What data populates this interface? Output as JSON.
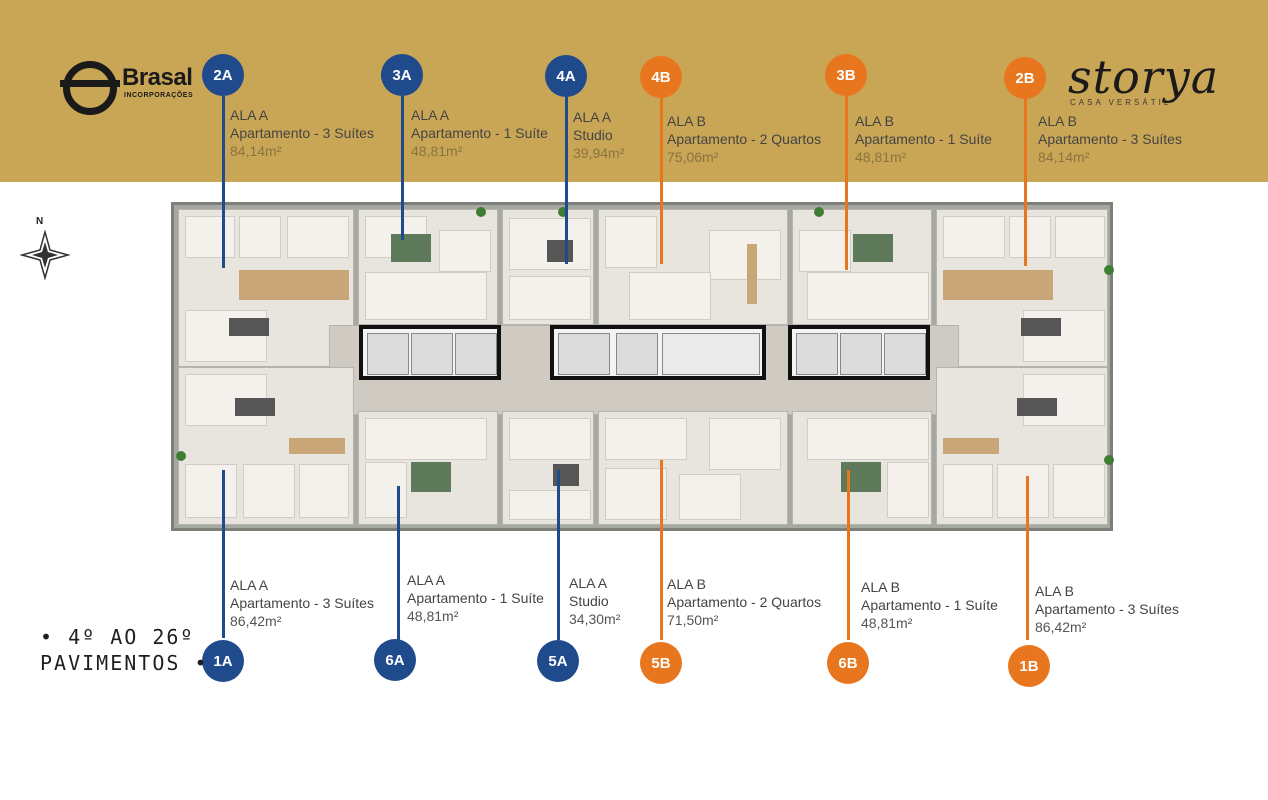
{
  "brand_left": {
    "name": "Brasal",
    "subtitle": "INCORPORAÇÕES"
  },
  "brand_right": {
    "name": "storya",
    "subtitle": "CASA VERSÁTIL"
  },
  "compass": {
    "label": "N"
  },
  "floors": {
    "line1": "• 4º AO 26º",
    "line2": "PAVIMENTOS •"
  },
  "colors": {
    "banner": "#c9a655",
    "ala_a": "#1f4a8c",
    "ala_b": "#e8761e"
  },
  "units_top": [
    {
      "code": "2A",
      "wing": "ALA A",
      "type": "Apartamento - 3 Suítes",
      "area": "84,14m²"
    },
    {
      "code": "3A",
      "wing": "ALA A",
      "type": "Apartamento - 1 Suíte",
      "area": "48,81m²"
    },
    {
      "code": "4A",
      "wing": "ALA A",
      "type": "Studio",
      "area": "39,94m²"
    },
    {
      "code": "4B",
      "wing": "ALA B",
      "type": "Apartamento - 2 Quartos",
      "area": "75,06m²"
    },
    {
      "code": "3B",
      "wing": "ALA B",
      "type": "Apartamento - 1 Suíte",
      "area": "48,81m²"
    },
    {
      "code": "2B",
      "wing": "ALA B",
      "type": "Apartamento - 3 Suítes",
      "area": "84,14m²"
    }
  ],
  "units_bottom": [
    {
      "code": "1A",
      "wing": "ALA A",
      "type": "Apartamento - 3 Suítes",
      "area": "86,42m²"
    },
    {
      "code": "6A",
      "wing": "ALA A",
      "type": "Apartamento - 1 Suíte",
      "area": "48,81m²"
    },
    {
      "code": "5A",
      "wing": "ALA A",
      "type": "Studio",
      "area": "34,30m²"
    },
    {
      "code": "5B",
      "wing": "ALA B",
      "type": "Apartamento - 2 Quartos",
      "area": "71,50m²"
    },
    {
      "code": "6B",
      "wing": "ALA B",
      "type": "Apartamento - 1 Suíte",
      "area": "48,81m²"
    },
    {
      "code": "1B",
      "wing": "ALA B",
      "type": "Apartamento - 3 Suítes",
      "area": "86,42m²"
    }
  ]
}
